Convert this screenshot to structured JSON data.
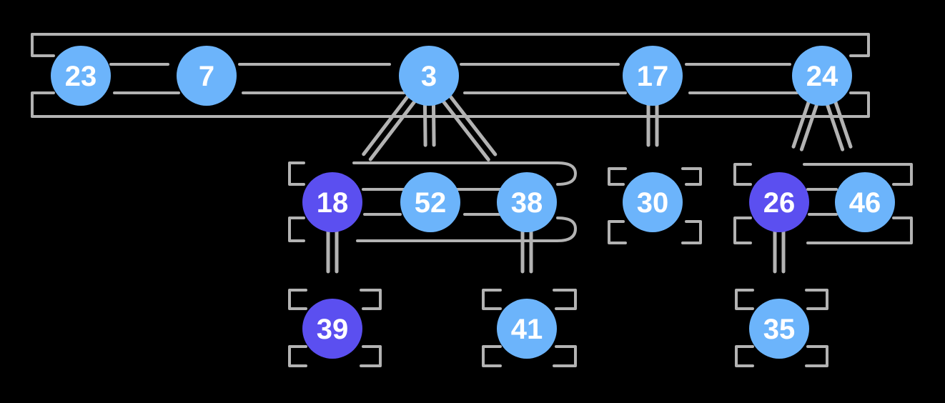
{
  "colors": {
    "background": "#000000",
    "list_stroke": "#b3b3b3",
    "node_default": "#6cb4fb",
    "node_highlight": "#5b4ff0",
    "label": "#ffffff"
  },
  "nodes": [
    {
      "id": "n23",
      "label": "23",
      "highlight": false
    },
    {
      "id": "n7",
      "label": "7",
      "highlight": false
    },
    {
      "id": "n3",
      "label": "3",
      "highlight": false
    },
    {
      "id": "n17",
      "label": "17",
      "highlight": false
    },
    {
      "id": "n24",
      "label": "24",
      "highlight": false
    },
    {
      "id": "n18",
      "label": "18",
      "highlight": true
    },
    {
      "id": "n52",
      "label": "52",
      "highlight": false
    },
    {
      "id": "n38",
      "label": "38",
      "highlight": false
    },
    {
      "id": "n30",
      "label": "30",
      "highlight": false
    },
    {
      "id": "n26",
      "label": "26",
      "highlight": true
    },
    {
      "id": "n46",
      "label": "46",
      "highlight": false
    },
    {
      "id": "n39",
      "label": "39",
      "highlight": true
    },
    {
      "id": "n41",
      "label": "41",
      "highlight": false
    },
    {
      "id": "n35",
      "label": "35",
      "highlight": false
    }
  ],
  "child_links": [
    {
      "parent": "n3",
      "children": [
        "n18",
        "n52",
        "n38"
      ]
    },
    {
      "parent": "n17",
      "children": [
        "n30"
      ]
    },
    {
      "parent": "n24",
      "children": [
        "n26",
        "n46"
      ]
    },
    {
      "parent": "n18",
      "children": [
        "n39"
      ]
    },
    {
      "parent": "n38",
      "children": [
        "n41"
      ]
    },
    {
      "parent": "n26",
      "children": [
        "n35"
      ]
    }
  ]
}
